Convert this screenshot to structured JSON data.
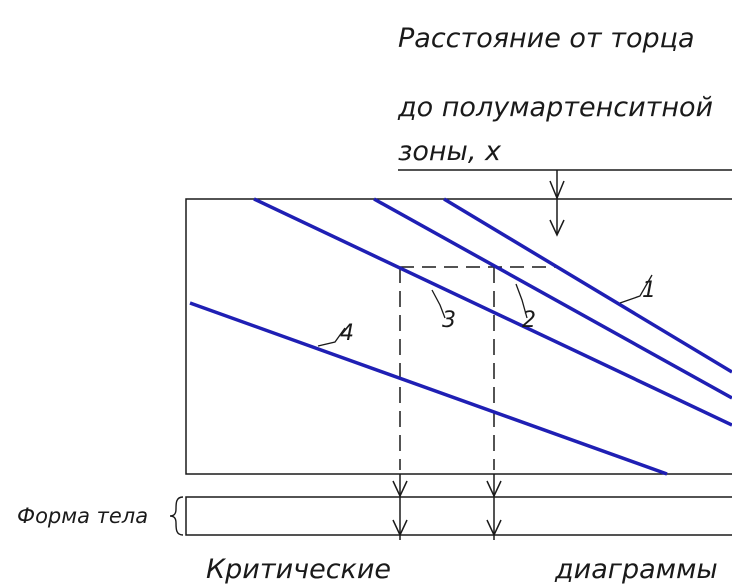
{
  "header": {
    "line1": "Расстояние от торца",
    "line2": "до полумартенситной",
    "line3": "зоны, x"
  },
  "curve_labels": [
    "1",
    "2",
    "3",
    "4"
  ],
  "shape_label": "Форма тела",
  "footer": {
    "left": "Критические",
    "right": "диаграммы"
  },
  "colors": {
    "curve": "#1f1fb4",
    "ink": "#1a1a1a"
  }
}
